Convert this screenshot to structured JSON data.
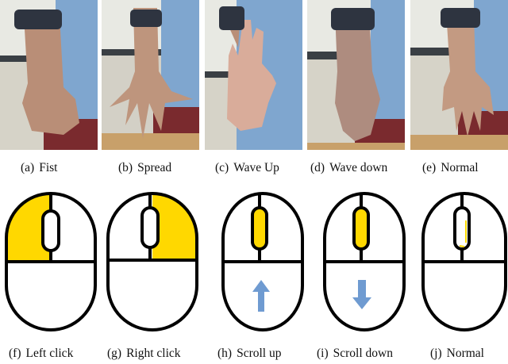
{
  "colors": {
    "highlight_yellow": "#FFD800",
    "arrow_blue": "#6F9BD1",
    "outline": "#000000",
    "shirt_blue": "#7FA6CF",
    "skin": "#C9A088",
    "wall": "#D8D6CC",
    "whiteboard": "#E9EAE4",
    "armband": "#2E3440",
    "table_wood": "#C8A06A",
    "pants_red": "#7A2A2E"
  },
  "photos": [
    {
      "label": "(a)",
      "name": "Fist",
      "gesture": "fist"
    },
    {
      "label": "(b)",
      "name": "Spread",
      "gesture": "spread"
    },
    {
      "label": "(c)",
      "name": "Wave Up",
      "gesture": "wave-up"
    },
    {
      "label": "(d)",
      "name": "Wave down",
      "gesture": "wave-down"
    },
    {
      "label": "(e)",
      "name": "Normal",
      "gesture": "normal"
    }
  ],
  "mice": [
    {
      "label": "(f)",
      "name": "Left click",
      "highlight": "left-button"
    },
    {
      "label": "(g)",
      "name": "Right click",
      "highlight": "right-button"
    },
    {
      "label": "(h)",
      "name": "Scroll up",
      "highlight": "wheel",
      "arrow": "up"
    },
    {
      "label": "(i)",
      "name": "Scroll down",
      "highlight": "wheel",
      "arrow": "down"
    },
    {
      "label": "(j)",
      "name": "Normal",
      "highlight": "none"
    }
  ]
}
